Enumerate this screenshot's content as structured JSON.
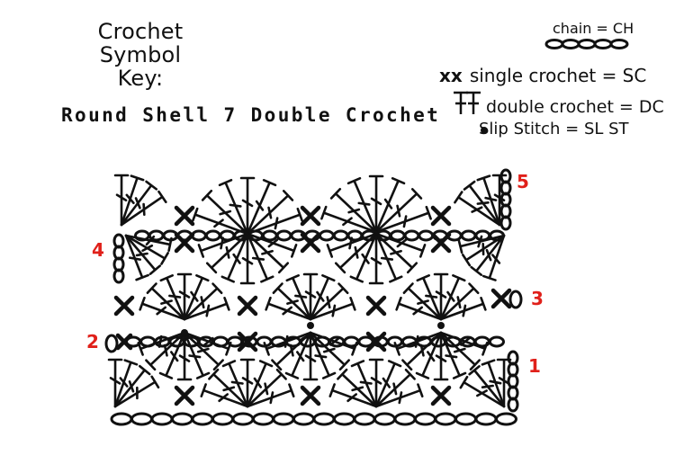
{
  "header": {
    "title_line1": "Crochet Symbol",
    "title_line2": "Key:",
    "pattern_name": "Round Shell 7 Double Crochet"
  },
  "legend": {
    "chain": "chain = CH",
    "single_crochet_symbol": "xx",
    "single_crochet": "single crochet = SC",
    "double_crochet": "double crochet = DC",
    "slip_stitch": "Slip Stitch = SL ST"
  },
  "row_labels": [
    "1",
    "2",
    "3",
    "4",
    "5"
  ],
  "colors": {
    "ink": "#111111",
    "row_number": "#e0201a"
  },
  "stitches": {
    "foundation_chain_count": 20,
    "shell_size_dc": 7
  }
}
